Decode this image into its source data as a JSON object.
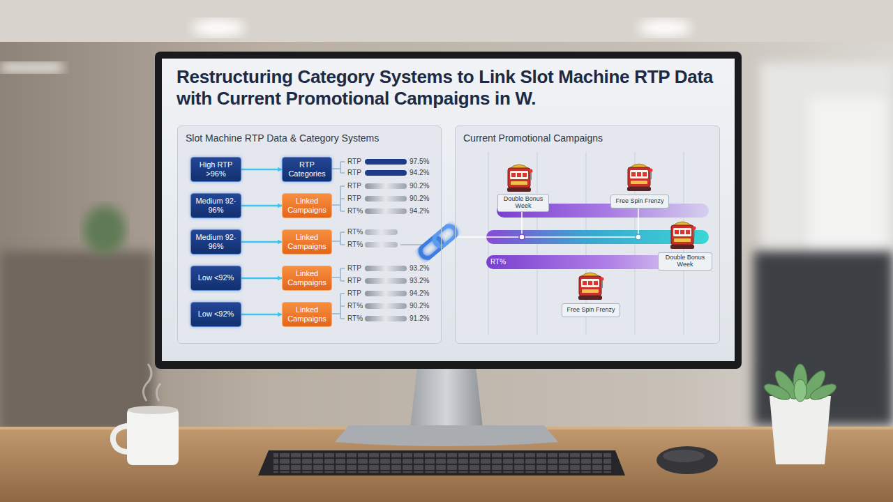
{
  "diagram": {
    "title": "Restructuring Category Systems to Link Slot Machine RTP Data with Current Promotional Campaigns in W.",
    "nodes": [
      {
        "text": [
          "Slot Machine RTP Data & Category Systems"
        ]
      },
      {
        "text": [
          "Current Promotional Campaigns"
        ]
      },
      {
        "text": [
          "High RTP >96%"
        ],
        "in": 0
      },
      {
        "text": [
          "RTP Categories"
        ],
        "in": 0
      },
      {
        "text": [
          "Medium 92-96%"
        ],
        "in": 0
      },
      {
        "text": [
          "Linked Campaigns"
        ],
        "in": 0
      },
      {
        "text": [
          "Medium 92-96%"
        ],
        "in": 0
      },
      {
        "text": [
          "Linked Campaigns"
        ],
        "in": 0
      },
      {
        "text": [
          "Low <92%"
        ],
        "in": 0
      },
      {
        "text": [
          "Linked Campaigns"
        ],
        "in": 0
      },
      {
        "text": [
          "Low <92%"
        ],
        "in": 0
      },
      {
        "text": [
          "Linked Campaigns"
        ],
        "in": 0
      },
      {
        "text": [
          "Double Bonus Week"
        ],
        "in": 1
      },
      {
        "text": [
          "Free Spin Frenzy"
        ],
        "in": 1
      },
      {
        "text": [
          "Double Bonus Week"
        ],
        "in": 1
      },
      {
        "text": [
          "Free Spin Frenzy"
        ],
        "in": 1
      }
    ],
    "edges": [
      {
        "from": 2,
        "to": 3,
        "arrow": "to"
      },
      {
        "from": 4,
        "to": 5,
        "arrow": "to"
      },
      {
        "from": 6,
        "to": 7,
        "arrow": "to"
      },
      {
        "from": 8,
        "to": 9,
        "arrow": "to"
      },
      {
        "from": 10,
        "to": 11,
        "arrow": "to"
      }
    ],
    "labels": [
      "RTP",
      "97.5%",
      "RTP",
      "94.2%",
      "RTP",
      "90.2%",
      "RTP",
      "90.2%",
      "RT%",
      "94.2%",
      "RT%",
      "RT%",
      "RTP",
      "93.2%",
      "RTP",
      "93.2%",
      "RTP",
      "94.2%",
      "RT%",
      "90.2%",
      "RT%",
      "91.2%",
      "RT%"
    ]
  }
}
